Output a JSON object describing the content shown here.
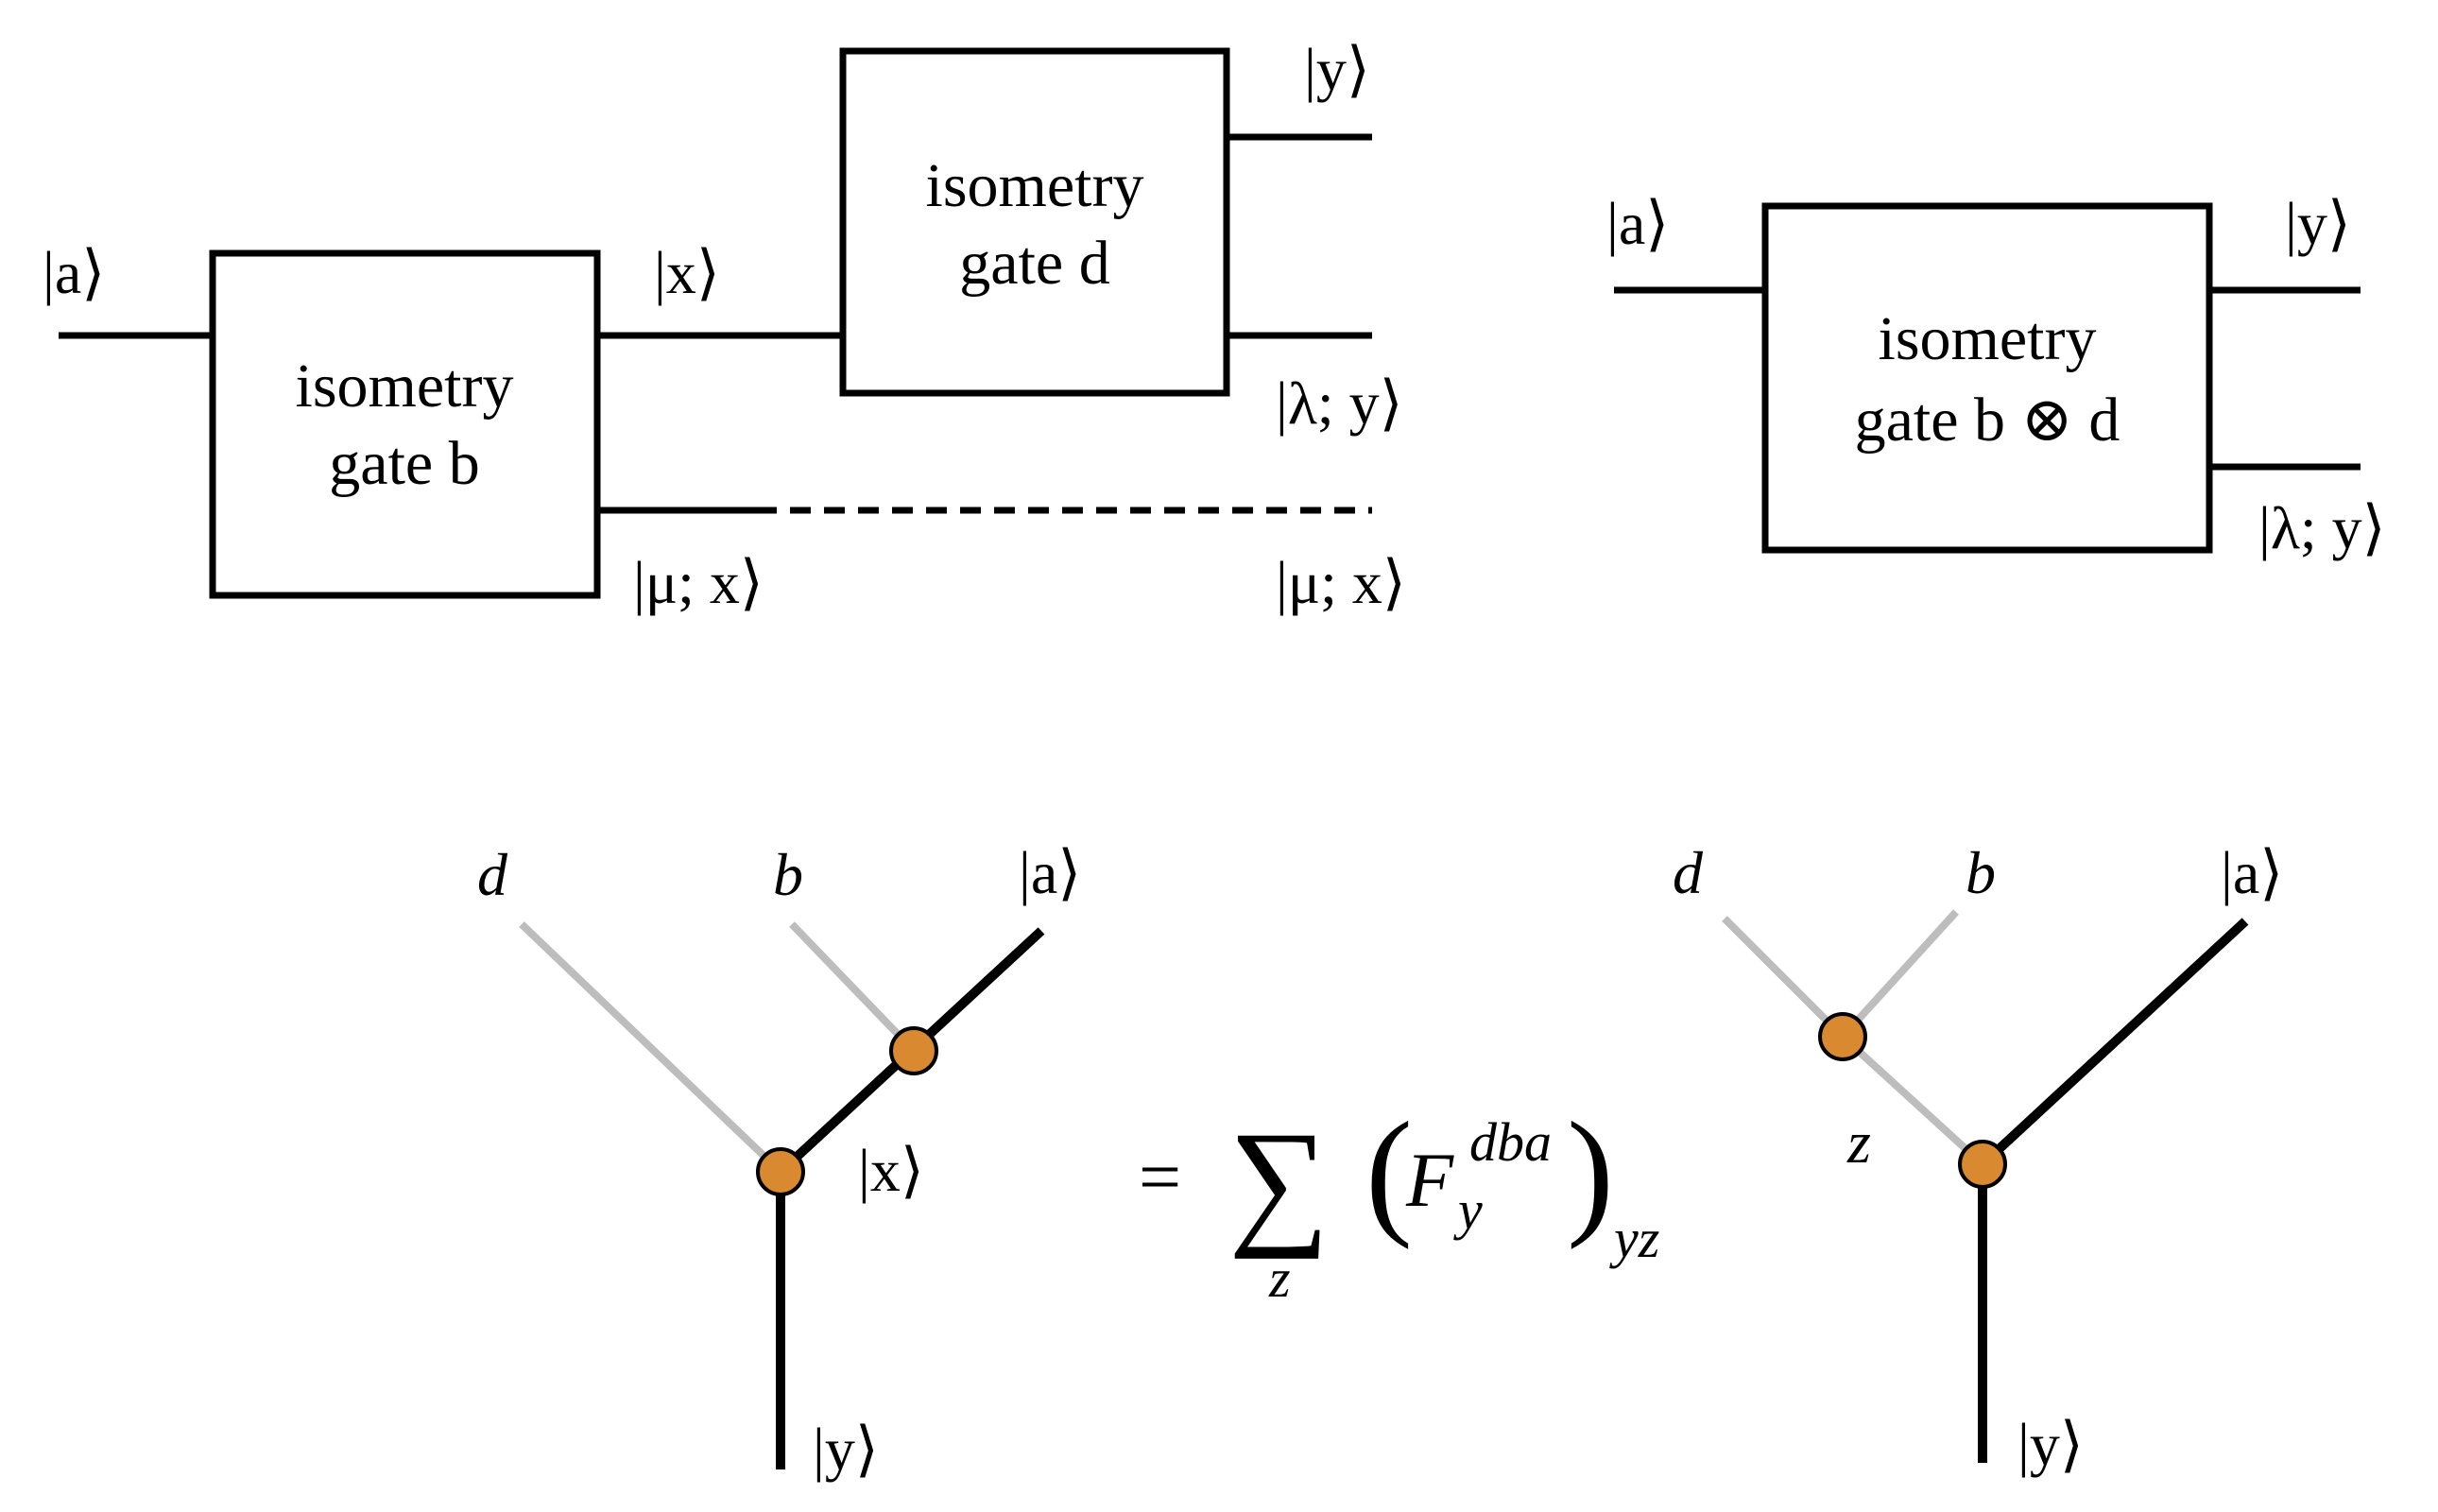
{
  "top_left": {
    "gate_b": {
      "line1": "isometry",
      "line2": "gate b"
    },
    "gate_d": {
      "line1": "isometry",
      "line2": "gate d"
    },
    "labels": {
      "a_in": "|a⟩",
      "x": "|x⟩",
      "mu_x_left": "|μ; x⟩",
      "mu_x_right": "|μ; x⟩",
      "y_out": "|y⟩",
      "lambda_y": "|λ; y⟩"
    }
  },
  "top_right": {
    "gate_bd": {
      "line1": "isometry",
      "line2": "gate b ⊗ d"
    },
    "labels": {
      "a_in": "|a⟩",
      "y_out": "|y⟩",
      "lambda_y": "|λ; y⟩"
    }
  },
  "bottom_left": {
    "labels": {
      "d": "d",
      "b": "b",
      "a": "|a⟩",
      "x": "|x⟩",
      "y": "|y⟩"
    }
  },
  "equation": {
    "equals": "=",
    "sum": "∑",
    "sum_index": "z",
    "F": "F",
    "F_sub": "y",
    "F_sup": "dba",
    "outer_sub": "yz",
    "paren_left": "(",
    "paren_right": ")"
  },
  "bottom_right": {
    "labels": {
      "d": "d",
      "b": "b",
      "a": "|a⟩",
      "z": "z",
      "y": "|y⟩"
    }
  },
  "colors": {
    "node_fill": "#d9892f",
    "gray_edge": "#bdbdbd",
    "line": "#000000"
  }
}
